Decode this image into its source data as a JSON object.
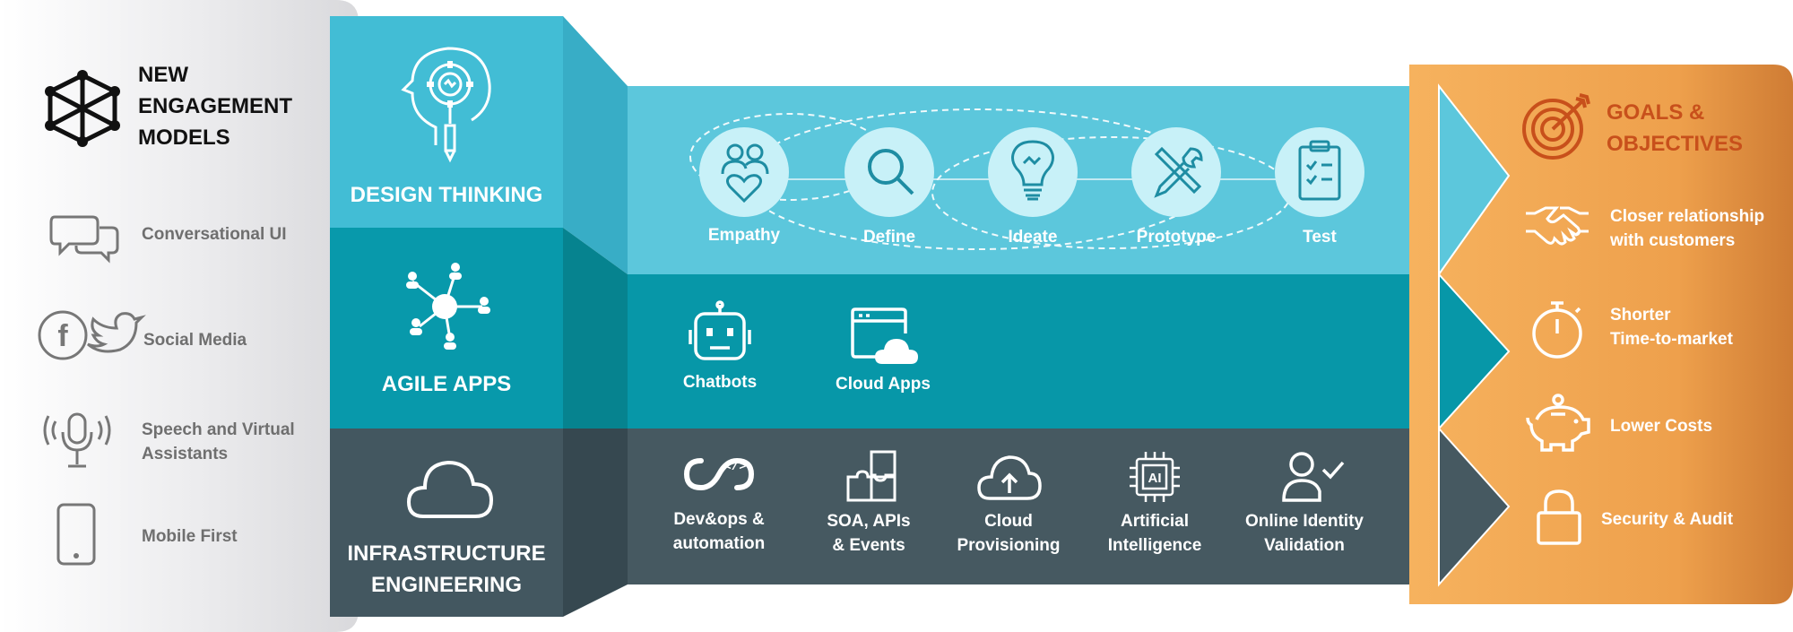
{
  "engagement": {
    "title_lines": [
      "NEW",
      "ENGAGEMENT",
      "MODELS"
    ],
    "items": [
      {
        "label": "Conversational UI",
        "icon": "chat-bubbles-icon"
      },
      {
        "label": "Social Media",
        "icon": "facebook-twitter-icon"
      },
      {
        "label": "Speech and Virtual Assistants",
        "icon": "microphone-icon"
      },
      {
        "label": "Mobile First",
        "icon": "smartphone-icon"
      }
    ]
  },
  "layers": {
    "design_thinking": {
      "title": "DESIGN THINKING",
      "steps": [
        {
          "label": "Empathy",
          "icon": "people-heart-icon"
        },
        {
          "label": "Define",
          "icon": "magnifier-icon"
        },
        {
          "label": "Ideate",
          "icon": "lightbulb-icon"
        },
        {
          "label": "Prototype",
          "icon": "tools-icon"
        },
        {
          "label": "Test",
          "icon": "clipboard-check-icon"
        }
      ]
    },
    "agile_apps": {
      "title": "AGILE APPS",
      "items": [
        {
          "label": "Chatbots",
          "icon": "robot-icon"
        },
        {
          "label": "Cloud Apps",
          "icon": "browser-cloud-icon"
        }
      ]
    },
    "infrastructure": {
      "title_lines": [
        "INFRASTRUCTURE",
        "ENGINEERING"
      ],
      "items": [
        {
          "label_lines": [
            "Dev&ops &",
            "automation"
          ],
          "icon": "devops-infinity-icon"
        },
        {
          "label_lines": [
            "SOA,  APIs",
            "& Events"
          ],
          "icon": "puzzle-icon"
        },
        {
          "label_lines": [
            "Cloud",
            "Provisioning"
          ],
          "icon": "cloud-upload-icon"
        },
        {
          "label_lines": [
            "Artificial",
            "Intelligence"
          ],
          "icon": "ai-chip-icon"
        },
        {
          "label_lines": [
            "Online Identity",
            "Validation"
          ],
          "icon": "user-check-icon"
        }
      ]
    }
  },
  "goals": {
    "title_lines": [
      "GOALS &",
      "OBJECTIVES"
    ],
    "items": [
      {
        "label_lines": [
          "Closer relationship",
          "with customers"
        ],
        "icon": "handshake-icon"
      },
      {
        "label_lines": [
          "Shorter",
          "Time-to-market"
        ],
        "icon": "stopwatch-icon"
      },
      {
        "label_lines": [
          "Lower Costs"
        ],
        "icon": "piggy-bank-icon"
      },
      {
        "label_lines": [
          "Security & Audit"
        ],
        "icon": "padlock-icon"
      }
    ]
  },
  "colors": {
    "design_light": "#5bc6dc",
    "design_side": "#3fb6cf",
    "agile": "#0797a8",
    "agile_side": "#05818f",
    "infra": "#44575f",
    "infra_side": "#364850",
    "goals_orange": "#f0a24a",
    "goals_title": "#c8501b",
    "left_panel": "#e6e6e8"
  }
}
